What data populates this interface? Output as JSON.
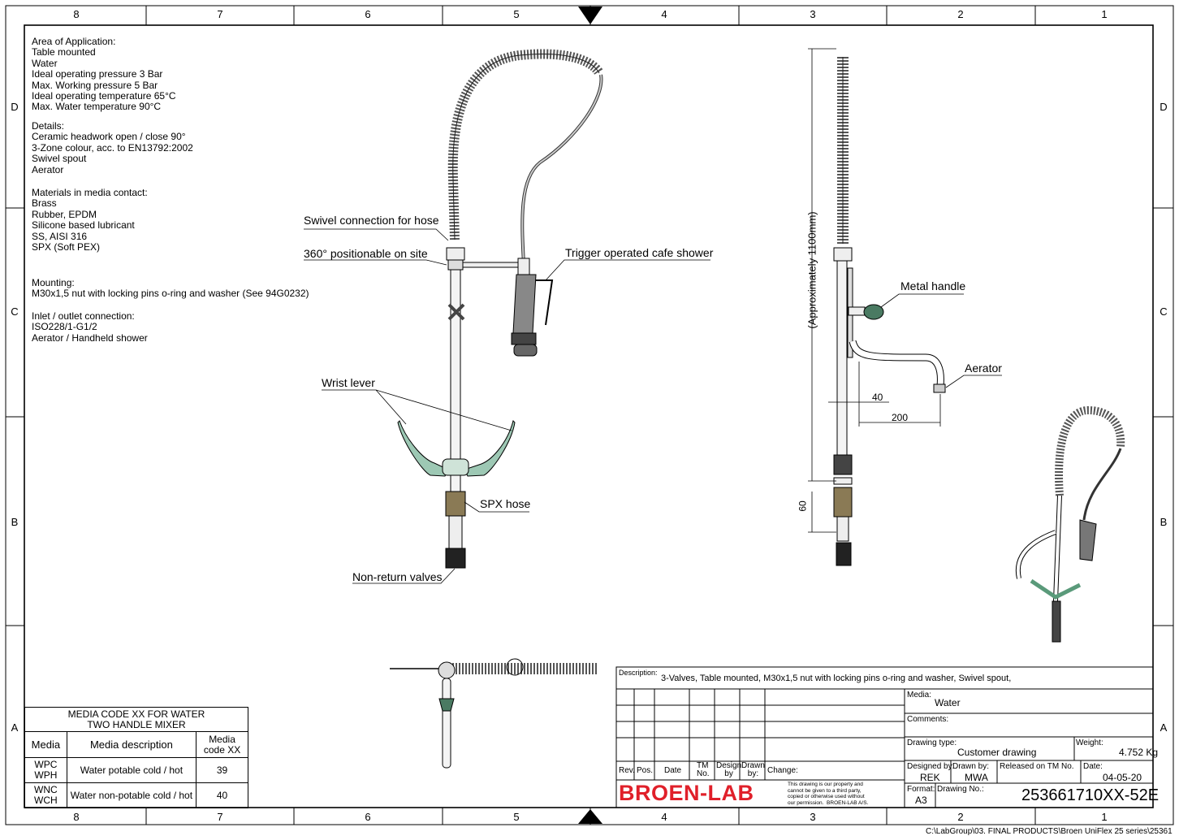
{
  "frame": {
    "columns_top": [
      "8",
      "7",
      "6",
      "5",
      "4",
      "3",
      "2",
      "1"
    ],
    "columns_bottom": [
      "8",
      "7",
      "6",
      "5",
      "4",
      "3",
      "2",
      "1"
    ],
    "rows_left": [
      "D",
      "C",
      "B",
      "A"
    ],
    "rows_right": [
      "D",
      "C",
      "B",
      "A"
    ]
  },
  "notes": {
    "application": "Area of Application:\nTable mounted\nWater\nIdeal operating pressure 3 Bar\nMax. Working pressure 5 Bar\nIdeal operating temperature 65°C\nMax. Water temperature 90°C",
    "details": "Details:\nCeramic headwork open / close 90°\n3-Zone colour, acc. to EN13792:2002\nSwivel spout\nAerator",
    "materials": "Materials in media contact:\nBrass\nRubber, EPDM\nSilicone based lubricant\nSS, AISI 316\nSPX (Soft PEX)",
    "mounting": "Mounting:\nM30x1,5 nut with locking pins o-ring and washer (See 94G0232)",
    "inlet": "Inlet / outlet connection:\nISO228/1-G1/2\nAerator / Handheld shower"
  },
  "callouts": {
    "swivel": "Swivel connection for hose",
    "positionable": "360° positionable on site",
    "trigger": "Trigger operated cafe shower",
    "wrist": "Wrist lever",
    "spx": "SPX hose",
    "nonreturn": "Non-return valves",
    "metal": "Metal handle",
    "aerator": "Aerator"
  },
  "dimensions": {
    "height": "(Approximately 1100mm)",
    "d40": "40",
    "d200": "200",
    "d60": "60"
  },
  "media_table": {
    "title1": "MEDIA CODE XX FOR WATER",
    "title2": "TWO HANDLE MIXER",
    "headers": [
      "Media",
      "Media description",
      "Media\ncode XX"
    ],
    "rows": [
      [
        "WPC\nWPH",
        "Water potable cold / hot",
        "39"
      ],
      [
        "WNC\nWCH",
        "Water non-potable cold / hot",
        "40"
      ]
    ]
  },
  "title_block": {
    "description_label": "Description:",
    "description": "3-Valves, Table mounted, M30x1,5 nut with locking pins o-ring and washer, Swivel spout,",
    "media_label": "Media:",
    "media": "Water",
    "comments_label": "Comments:",
    "drawing_type_label": "Drawing type:",
    "drawing_type": "Customer drawing",
    "weight_label": "Weight:",
    "weight": "4.752 Kg",
    "rev": "Rev.",
    "pos": "Pos.",
    "date_col": "Date",
    "tm": "TM\nNo.",
    "design": "Design\nby",
    "drawn": "Drawn\nby:",
    "change": "Change:",
    "designed_by_label": "Designed by:",
    "designed_by": "REK",
    "drawn_by_label": "Drawn by:",
    "drawn_by": "MWA",
    "released_label": "Released on TM No.",
    "date_label": "Date:",
    "date": "04-05-20",
    "format_label": "Format:",
    "format": "A3",
    "drawing_no_label": "Drawing No.:",
    "drawing_no": "253661710XX-52E",
    "brand": "BROEN-LAB",
    "property_note": "This drawing is our property and\ncannot be given to a third party,\ncopied or otherwise used without\nour permission.  BROEN-LAB A/S."
  },
  "footer_path": "C:\\LabGroup\\03. FINAL PRODUCTS\\Broen UniFlex 25 series\\25361",
  "colors": {
    "lever": "#9dc8b4",
    "brass": "#8a7a55",
    "brand": "#e0202a"
  }
}
